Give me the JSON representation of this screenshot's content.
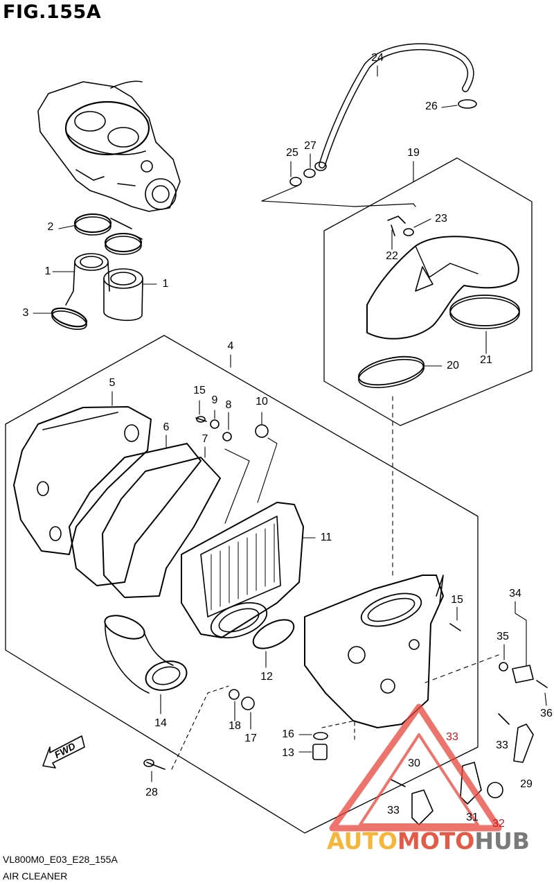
{
  "figure": {
    "title": "FIG.155A",
    "code": "VL800M0_E03_E28_155A",
    "caption": "AIR CLEANER",
    "fwd_label": "FWD"
  },
  "watermark": {
    "part1": "AUTO",
    "part2": "MOTO",
    "part3": "HUB",
    "colors": {
      "auto": "#f5b63a",
      "moto": "#e45a47",
      "hub": "#7a7a7a",
      "triangle": "#e8463c"
    }
  },
  "part_numbers": {
    "n1a": "1",
    "n1b": "1",
    "n2": "2",
    "n3": "3",
    "n4": "4",
    "n5": "5",
    "n6": "6",
    "n7": "7",
    "n8": "8",
    "n9": "9",
    "n10": "10",
    "n11": "11",
    "n12": "12",
    "n13": "13",
    "n14": "14",
    "n15a": "15",
    "n15b": "15",
    "n16": "16",
    "n17": "17",
    "n18": "18",
    "n19": "19",
    "n20": "20",
    "n21": "21",
    "n22": "22",
    "n23": "23",
    "n24": "24",
    "n25": "25",
    "n26": "26",
    "n27": "27",
    "n28": "28",
    "n29": "29",
    "n30": "30",
    "n31": "31",
    "n32": "32",
    "n33a": "33",
    "n33b": "33",
    "n33c": "33",
    "n34": "34",
    "n35": "35",
    "n36": "36"
  }
}
